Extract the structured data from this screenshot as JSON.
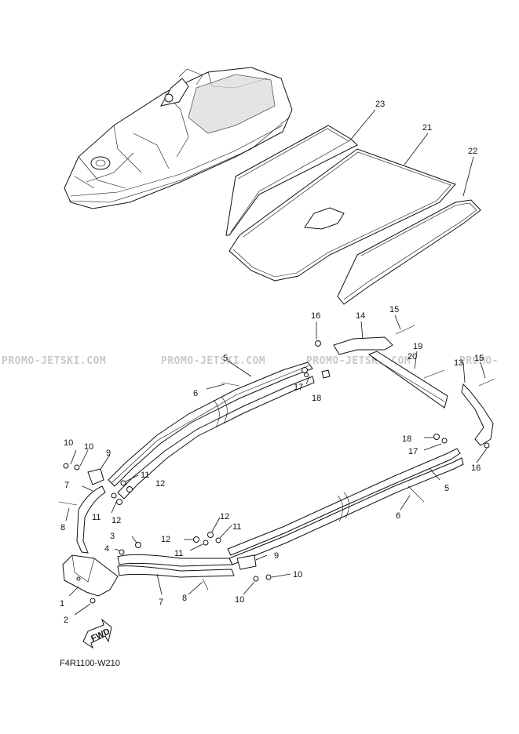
{
  "watermark": {
    "texts": [
      "PROMO-JETSKI.COM",
      "PROMO-JETSKI.COM",
      "PROMO-JETSKI.COM",
      "PROMO-"
    ]
  },
  "fwd_label": "FWD",
  "figure_code": "F4R1100-W210",
  "callouts": [
    "23",
    "21",
    "22",
    "16",
    "14",
    "15",
    "5",
    "19",
    "20",
    "13",
    "15",
    "6",
    "17",
    "18",
    "18",
    "17",
    "16",
    "10",
    "10",
    "9",
    "7",
    "11",
    "12",
    "8",
    "11",
    "12",
    "5",
    "6",
    "3",
    "12",
    "11",
    "4",
    "12",
    "11",
    "9",
    "1",
    "7",
    "8",
    "10",
    "10",
    "2"
  ]
}
